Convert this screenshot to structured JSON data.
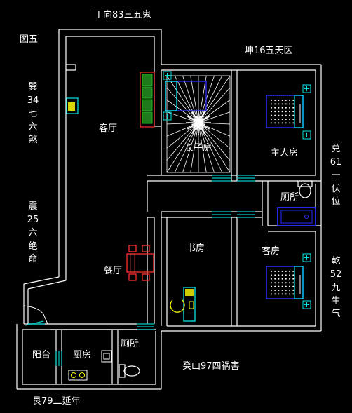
{
  "direction": {
    "top": "丁向83三五鬼",
    "top_right": "坤16五天医",
    "bottom_middle": "癸山97四祸害",
    "bottom_left": "艮79二延年"
  },
  "figure_label": "图五",
  "vertical_labels": {
    "left_upper": "巽\n34\n七\n六\n煞",
    "left_lower": "震\n25\n六\n绝\n命",
    "right_upper": "兑\n61\n一\n伏\n位",
    "right_lower": "乾\n52\n九\n生\n气"
  },
  "rooms": {
    "living": "客厅",
    "dining": "餐厅",
    "child": "长子房",
    "master": "主人房",
    "toilet_right": "厕所",
    "study": "书房",
    "guest": "客房",
    "balcony": "阳台",
    "kitchen": "厨房",
    "toilet_bottom": "厕所"
  },
  "colors": {
    "background": "#000000",
    "wall": "#ffffff",
    "text": "#ffffff",
    "door": "#00c8c8",
    "furniture_cyan": "#00e6e6",
    "furniture_blue": "#2a2aff",
    "furniture_red": "#ff3030",
    "plant_green": "#22bb22",
    "star_white": "#ffffff"
  },
  "icons": [
    "sofa-icon",
    "tv-icon",
    "bed-icon",
    "dining-table-icon",
    "desk-icon",
    "toilet-icon",
    "bathtub-icon",
    "stove-icon",
    "sink-icon",
    "fan-icon",
    "staircase-icon"
  ]
}
